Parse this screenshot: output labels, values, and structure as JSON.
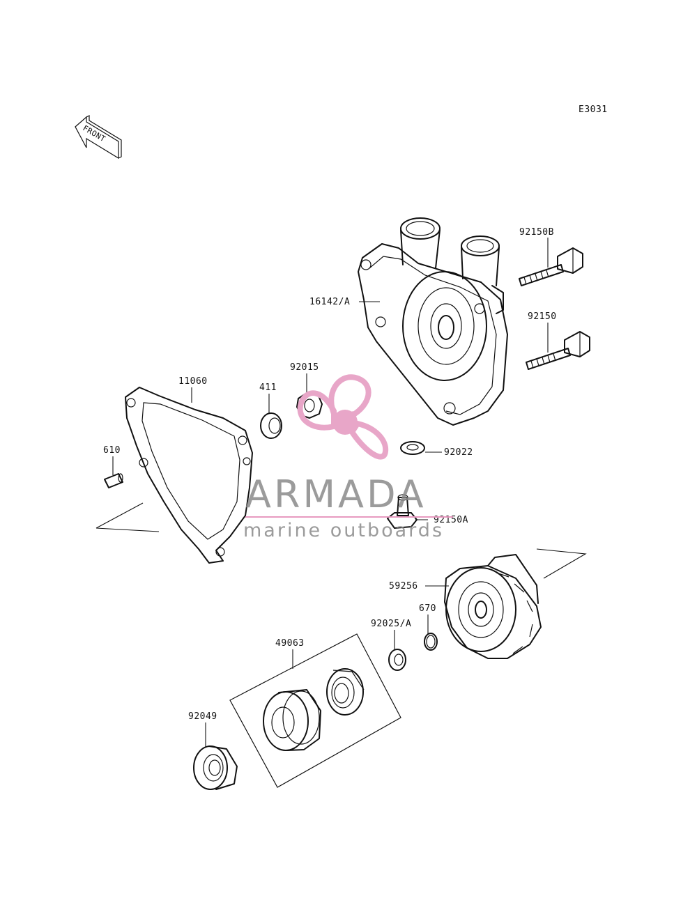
{
  "diagram": {
    "code": "E3031",
    "front_label": "FRONT",
    "parts": [
      {
        "id": "p-16142",
        "label": "16142/A"
      },
      {
        "id": "p-92150b",
        "label": "92150B"
      },
      {
        "id": "p-92150",
        "label": "92150"
      },
      {
        "id": "p-92015",
        "label": "92015"
      },
      {
        "id": "p-411",
        "label": "411"
      },
      {
        "id": "p-11060",
        "label": "11060"
      },
      {
        "id": "p-610",
        "label": "610"
      },
      {
        "id": "p-92022",
        "label": "92022"
      },
      {
        "id": "p-92150a",
        "label": "92150A"
      },
      {
        "id": "p-59256",
        "label": "59256"
      },
      {
        "id": "p-670",
        "label": "670"
      },
      {
        "id": "p-92025",
        "label": "92025/A"
      },
      {
        "id": "p-49063",
        "label": "49063"
      },
      {
        "id": "p-92049",
        "label": "92049"
      }
    ]
  },
  "watermark": {
    "brand": "ARMADA",
    "tagline": "marine outboards",
    "colors": {
      "pink": "#e8a6c8",
      "gray": "#8a8a8a",
      "line": "#e79ac0"
    }
  }
}
